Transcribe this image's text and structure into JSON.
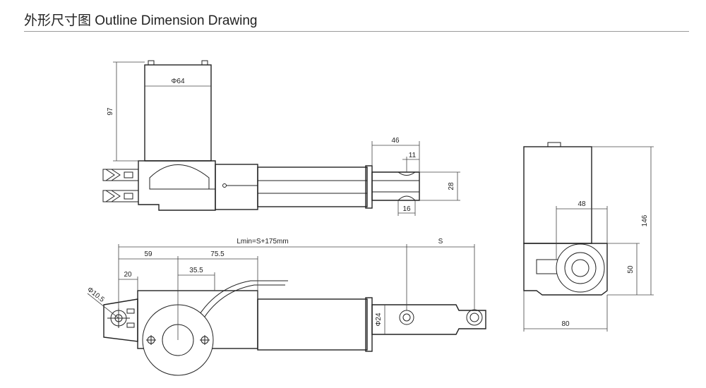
{
  "header": {
    "title": "外形尺寸图 Outline Dimension Drawing"
  },
  "dimensions": {
    "motor_diameter": "Φ64",
    "motor_height": "97",
    "rod_end_length": "46",
    "slot_width": "11",
    "rod_end_height": "28",
    "rod_end_offset": "16",
    "total_length": "Lmin=S+175mm",
    "stroke": "S",
    "rear_to_axis": "59",
    "axis_to_tube": "75.5",
    "clevis_offset": "20",
    "bore_offset": "35.5",
    "hole_diameter": "Φ10.5",
    "tube_diameter": "Φ24",
    "side_height": "146",
    "side_slot": "48",
    "side_lower": "50",
    "side_width": "80"
  }
}
